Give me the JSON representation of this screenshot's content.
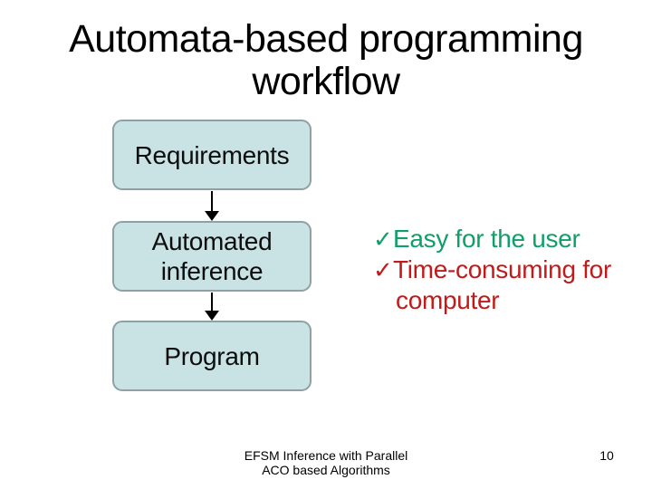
{
  "slide": {
    "title": {
      "line1": "Automata-based programming",
      "line2": "workflow"
    },
    "flow": {
      "boxes": [
        {
          "label": "Requirements"
        },
        {
          "label": "Automated inference"
        },
        {
          "label": "Program"
        }
      ],
      "arrow_count": 2
    },
    "bullets": [
      {
        "marker": "✓",
        "text": "Easy for the user",
        "color": "#0f9f68"
      },
      {
        "marker": "✓",
        "text": "Time-consuming for computer",
        "color": "#c11a1a"
      }
    ],
    "footer": {
      "line1": "EFSM Inference with Parallel",
      "line2": "ACO based Algorithms",
      "page_number": "10"
    },
    "colors": {
      "background": "#ffffff",
      "title_text": "#000000",
      "box_fill": "#c9e3e5",
      "box_border": "#8fa1a3",
      "box_text": "#0d0d0d",
      "arrow": "#000000",
      "bullet_green": "#0f9f68",
      "bullet_red": "#c11a1a",
      "footer_text": "#000000"
    }
  }
}
